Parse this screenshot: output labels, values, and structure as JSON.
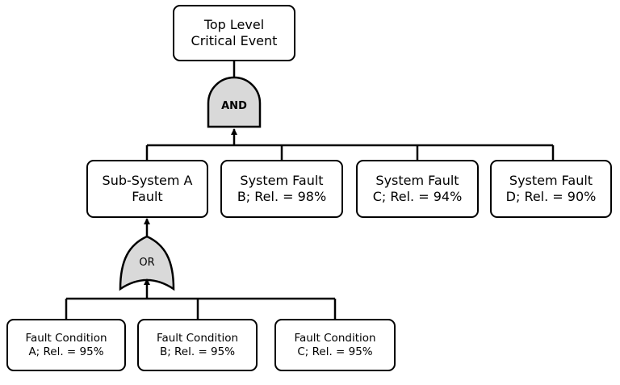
{
  "diagram": {
    "top_event": {
      "line1": "Top Level",
      "line2": "Critical Event"
    },
    "and_gate": {
      "label": "AND"
    },
    "or_gate": {
      "label": "OR"
    },
    "level2": [
      {
        "line1": "Sub-System A",
        "line2": "Fault"
      },
      {
        "line1": "System Fault",
        "line2": "B; Rel. = 98%"
      },
      {
        "line1": "System Fault",
        "line2": "C; Rel. = 94%"
      },
      {
        "line1": "System Fault",
        "line2": "D; Rel. = 90%"
      }
    ],
    "level3": [
      {
        "line1": "Fault Condition",
        "line2": "A; Rel. = 95%"
      },
      {
        "line1": "Fault Condition",
        "line2": "B; Rel. = 95%"
      },
      {
        "line1": "Fault Condition",
        "line2": "C; Rel. = 95%"
      }
    ],
    "colors": {
      "gate_fill": "#d9d9d9",
      "stroke": "#000000"
    }
  }
}
